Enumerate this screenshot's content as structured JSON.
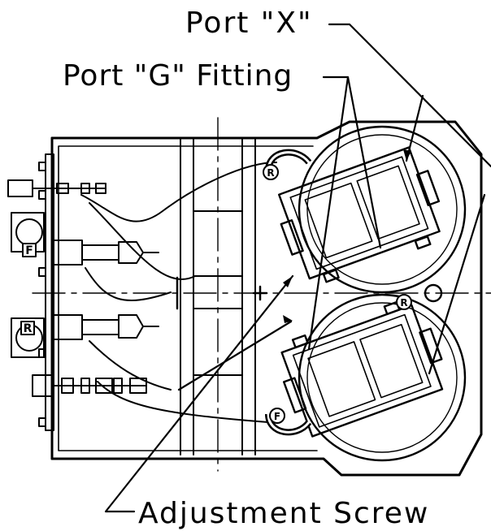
{
  "labels": {
    "port_x": "Port \"X\"",
    "port_g": "Port \"G\" Fitting",
    "adjustment": "Adjustment Screw"
  },
  "badges": {
    "r": "R",
    "f": "F"
  },
  "colors": {
    "ink": "#000000",
    "paper": "#ffffff"
  }
}
